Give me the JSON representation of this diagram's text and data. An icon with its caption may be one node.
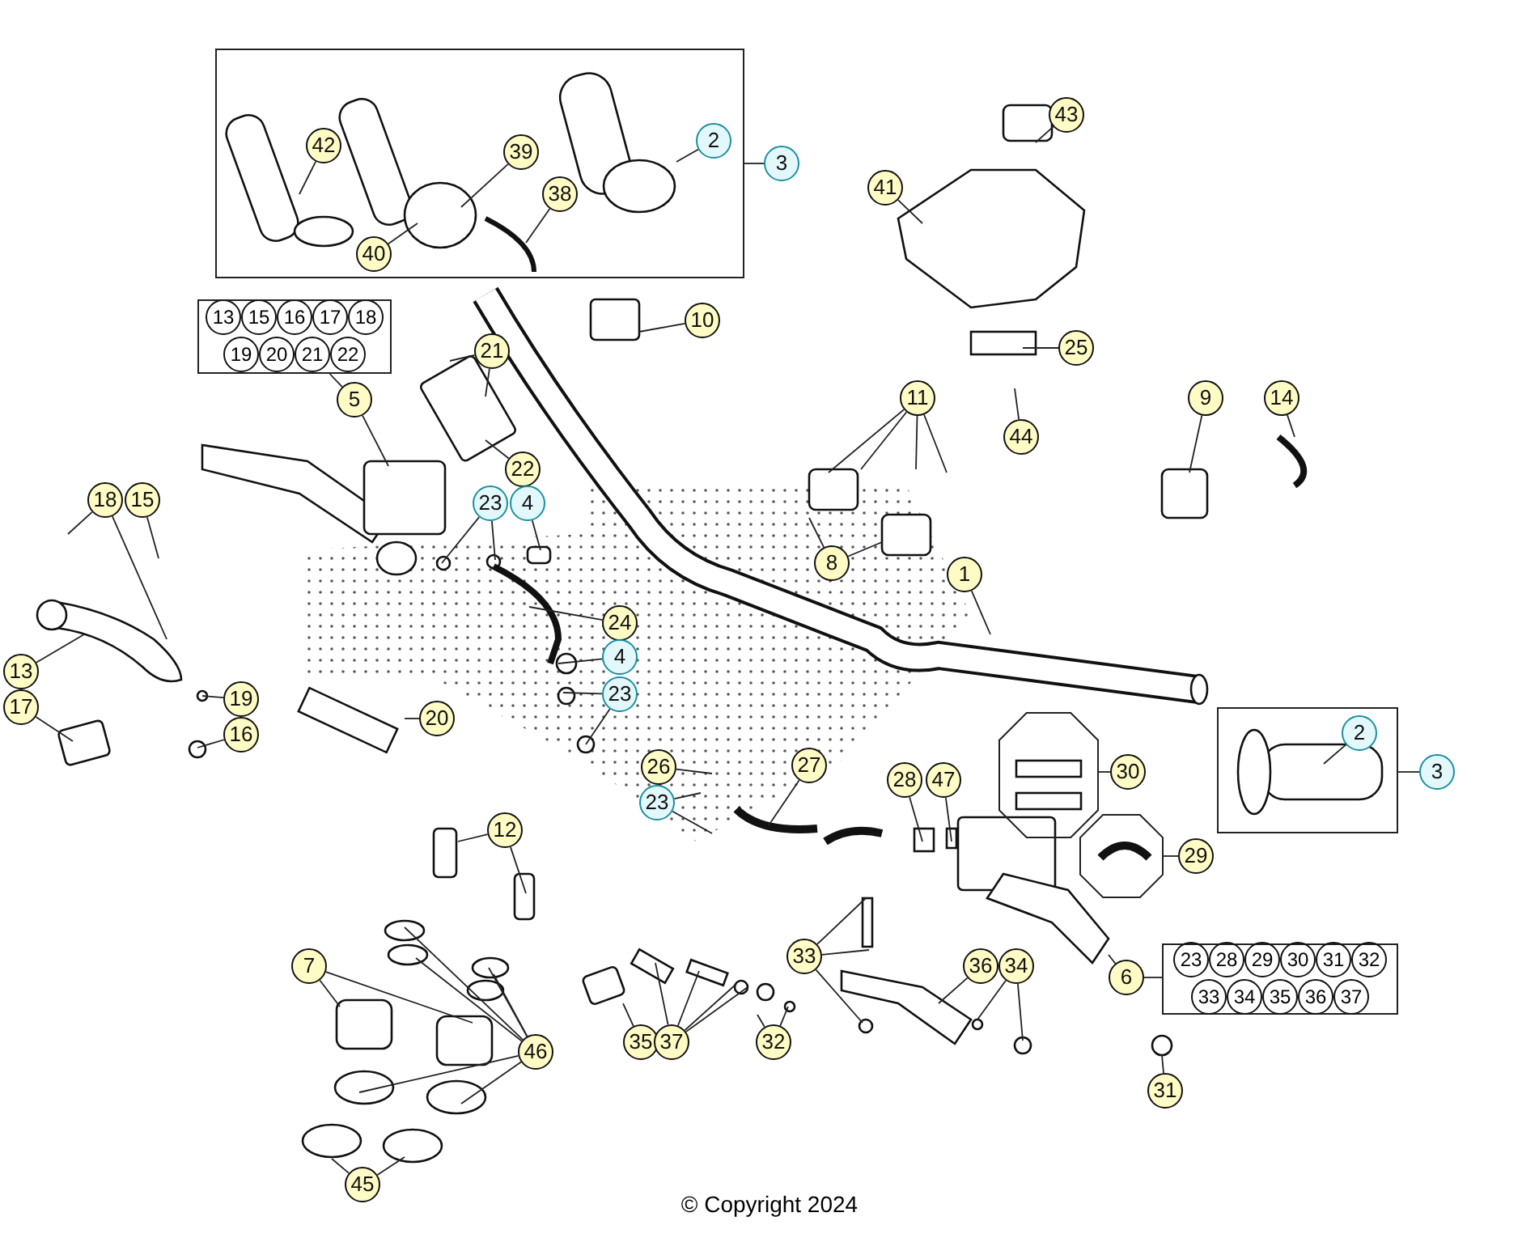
{
  "diagram": {
    "caption": "© Copyright 2024",
    "nodes": [
      {
        "text": [],
        "shape": "box"
      },
      {
        "text": [
          "42"
        ],
        "in": 0
      },
      {
        "text": [
          "39"
        ],
        "in": 0
      },
      {
        "text": [
          "40"
        ],
        "in": 0
      },
      {
        "text": [
          "38"
        ],
        "in": 0
      },
      {
        "text": [
          "2"
        ],
        "in": 0
      },
      {
        "text": [
          "3"
        ]
      },
      {
        "text": [
          "43"
        ]
      },
      {
        "text": [
          "41"
        ]
      },
      {
        "text": [
          "10"
        ]
      },
      {
        "text": [
          "13",
          "15",
          "16",
          "17",
          "18",
          "19",
          "20",
          "21",
          "22"
        ]
      },
      {
        "text": [
          "21"
        ]
      },
      {
        "text": [
          "5"
        ]
      },
      {
        "text": [
          "25"
        ]
      },
      {
        "text": [
          "44"
        ]
      },
      {
        "text": [
          "11"
        ]
      },
      {
        "text": [
          "9"
        ]
      },
      {
        "text": [
          "14"
        ]
      },
      {
        "text": [
          "22"
        ]
      },
      {
        "text": [
          "18"
        ]
      },
      {
        "text": [
          "15"
        ]
      },
      {
        "text": [
          "23"
        ]
      },
      {
        "text": [
          "4"
        ]
      },
      {
        "text": [
          "8"
        ]
      },
      {
        "text": [
          "1"
        ]
      },
      {
        "text": [
          "24"
        ]
      },
      {
        "text": [
          "4"
        ]
      },
      {
        "text": [
          "13"
        ]
      },
      {
        "text": [
          "17"
        ]
      },
      {
        "text": [
          "19"
        ]
      },
      {
        "text": [
          "23"
        ]
      },
      {
        "text": [
          "16"
        ]
      },
      {
        "text": [
          "20"
        ]
      },
      {
        "text": [],
        "shape": "box"
      },
      {
        "text": [
          "2"
        ],
        "in": 33
      },
      {
        "text": [
          "3"
        ]
      },
      {
        "text": [
          "26"
        ]
      },
      {
        "text": [
          "27"
        ]
      },
      {
        "text": [
          "28"
        ]
      },
      {
        "text": [
          "47"
        ]
      },
      {
        "text": [],
        "shape": "octagon"
      },
      {
        "text": [
          "30"
        ]
      },
      {
        "text": [
          "23"
        ]
      },
      {
        "text": [],
        "shape": "octagon"
      },
      {
        "text": [
          "29"
        ]
      },
      {
        "text": [
          "12"
        ]
      },
      {
        "text": [
          "33"
        ]
      },
      {
        "text": [
          "36"
        ]
      },
      {
        "text": [
          "34"
        ]
      },
      {
        "text": [
          "7"
        ]
      },
      {
        "text": [
          "35"
        ]
      },
      {
        "text": [
          "37"
        ]
      },
      {
        "text": [
          "32"
        ]
      },
      {
        "text": [
          "6"
        ]
      },
      {
        "text": [
          "23",
          "28",
          "29",
          "30",
          "31",
          "32",
          "33",
          "34",
          "35",
          "36",
          "37"
        ]
      },
      {
        "text": [
          "46"
        ]
      },
      {
        "text": [
          "31"
        ]
      },
      {
        "text": [
          "45"
        ]
      }
    ],
    "edges": [
      {
        "from": 1,
        "to": null,
        "arrow": "none"
      },
      {
        "from": 2,
        "to": null,
        "arrow": "none"
      },
      {
        "from": 3,
        "to": null,
        "arrow": "none"
      },
      {
        "from": 4,
        "to": null,
        "arrow": "none"
      },
      {
        "from": 5,
        "to": null,
        "arrow": "none"
      },
      {
        "from": 6,
        "to": 0,
        "arrow": "none"
      },
      {
        "from": 7,
        "to": null,
        "arrow": "none"
      },
      {
        "from": 8,
        "to": null,
        "arrow": "none"
      },
      {
        "from": 9,
        "to": null,
        "arrow": "none"
      },
      {
        "from": 12,
        "to": 10,
        "arrow": "none"
      },
      {
        "from": 12,
        "to": null,
        "arrow": "none"
      },
      {
        "from": 11,
        "to": null,
        "arrow": "none"
      },
      {
        "from": 11,
        "to": null,
        "arrow": "none"
      },
      {
        "from": 18,
        "to": null,
        "arrow": "none"
      },
      {
        "from": 21,
        "to": null,
        "arrow": "none"
      },
      {
        "from": 21,
        "to": null,
        "arrow": "none"
      },
      {
        "from": 22,
        "to": null,
        "arrow": "none"
      },
      {
        "from": 19,
        "to": null,
        "arrow": "none"
      },
      {
        "from": 19,
        "to": null,
        "arrow": "none"
      },
      {
        "from": 20,
        "to": null,
        "arrow": "none"
      },
      {
        "from": 27,
        "to": null,
        "arrow": "none"
      },
      {
        "from": 28,
        "to": null,
        "arrow": "none"
      },
      {
        "from": 29,
        "to": null,
        "arrow": "none"
      },
      {
        "from": 31,
        "to": null,
        "arrow": "none"
      },
      {
        "from": 32,
        "to": null,
        "arrow": "none"
      },
      {
        "from": 25,
        "to": null,
        "arrow": "none"
      },
      {
        "from": 26,
        "to": null,
        "arrow": "none"
      },
      {
        "from": 30,
        "to": null,
        "arrow": "none"
      },
      {
        "from": 30,
        "to": null,
        "arrow": "none"
      },
      {
        "from": 15,
        "to": null,
        "arrow": "none"
      },
      {
        "from": 15,
        "to": null,
        "arrow": "none"
      },
      {
        "from": 15,
        "to": null,
        "arrow": "none"
      },
      {
        "from": 15,
        "to": null,
        "arrow": "none"
      },
      {
        "from": 16,
        "to": null,
        "arrow": "none"
      },
      {
        "from": 17,
        "to": null,
        "arrow": "none"
      },
      {
        "from": 23,
        "to": null,
        "arrow": "none"
      },
      {
        "from": 23,
        "to": null,
        "arrow": "none"
      },
      {
        "from": 24,
        "to": null,
        "arrow": "none"
      },
      {
        "from": 13,
        "to": null,
        "arrow": "none"
      },
      {
        "from": 14,
        "to": null,
        "arrow": "none"
      },
      {
        "from": 36,
        "to": null,
        "arrow": "none"
      },
      {
        "from": 42,
        "to": null,
        "arrow": "none"
      },
      {
        "from": 42,
        "to": null,
        "arrow": "none"
      },
      {
        "from": 37,
        "to": null,
        "arrow": "none"
      },
      {
        "from": 38,
        "to": null,
        "arrow": "none"
      },
      {
        "from": 39,
        "to": null,
        "arrow": "none"
      },
      {
        "from": 41,
        "to": 40,
        "arrow": "none"
      },
      {
        "from": 44,
        "to": 43,
        "arrow": "none"
      },
      {
        "from": 34,
        "to": null,
        "arrow": "none"
      },
      {
        "from": 35,
        "to": 33,
        "arrow": "none"
      },
      {
        "from": 45,
        "to": null,
        "arrow": "none"
      },
      {
        "from": 45,
        "to": null,
        "arrow": "none"
      },
      {
        "from": 46,
        "to": null,
        "arrow": "none"
      },
      {
        "from": 46,
        "to": null,
        "arrow": "none"
      },
      {
        "from": 46,
        "to": null,
        "arrow": "none"
      },
      {
        "from": 47,
        "to": null,
        "arrow": "none"
      },
      {
        "from": 48,
        "to": null,
        "arrow": "none"
      },
      {
        "from": 48,
        "to": null,
        "arrow": "none"
      },
      {
        "from": 49,
        "to": null,
        "arrow": "none"
      },
      {
        "from": 49,
        "to": null,
        "arrow": "none"
      },
      {
        "from": 50,
        "to": null,
        "arrow": "none"
      },
      {
        "from": 51,
        "to": null,
        "arrow": "none"
      },
      {
        "from": 51,
        "to": null,
        "arrow": "none"
      },
      {
        "from": 51,
        "to": null,
        "arrow": "none"
      },
      {
        "from": 51,
        "to": null,
        "arrow": "none"
      },
      {
        "from": 52,
        "to": null,
        "arrow": "none"
      },
      {
        "from": 52,
        "to": null,
        "arrow": "none"
      },
      {
        "from": 53,
        "to": 54,
        "arrow": "none"
      },
      {
        "from": 53,
        "to": null,
        "arrow": "none"
      },
      {
        "from": 55,
        "to": null,
        "arrow": "none"
      },
      {
        "from": 55,
        "to": null,
        "arrow": "none"
      },
      {
        "from": 55,
        "to": null,
        "arrow": "none"
      },
      {
        "from": 55,
        "to": null,
        "arrow": "none"
      },
      {
        "from": 55,
        "to": null,
        "arrow": "none"
      },
      {
        "from": 55,
        "to": null,
        "arrow": "none"
      },
      {
        "from": 56,
        "to": null,
        "arrow": "none"
      },
      {
        "from": 57,
        "to": null,
        "arrow": "none"
      },
      {
        "from": 57,
        "to": null,
        "arrow": "none"
      }
    ]
  }
}
